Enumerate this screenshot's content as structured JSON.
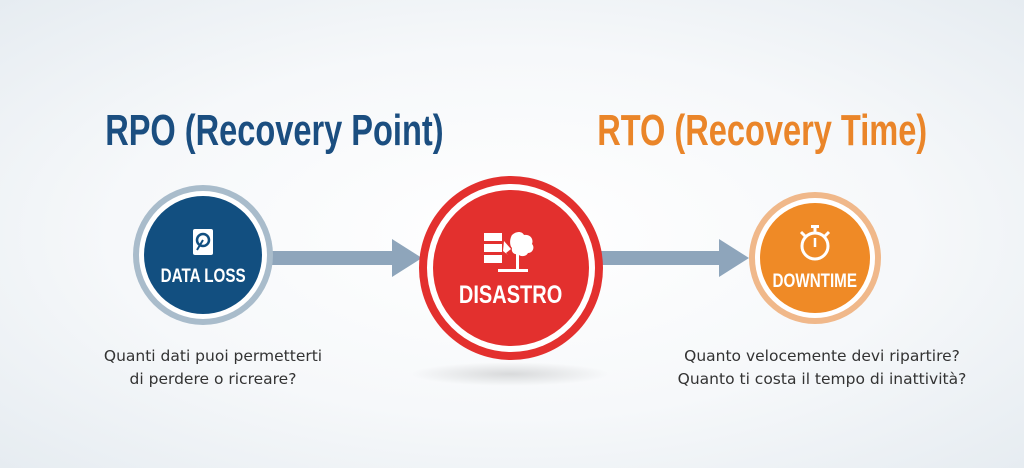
{
  "rpo": {
    "title": "RPO (Recovery Point)",
    "circle_label": "DATA LOSS",
    "icon": "hard-drive-icon",
    "question": [
      "Quanti dati puoi permetterti",
      "di perdere o ricreare?"
    ],
    "color": "#1b4e80"
  },
  "disaster": {
    "circle_label": "DISASTRO",
    "icon": "server-lightning-icon",
    "color": "#e3302e"
  },
  "rto": {
    "title": "RTO (Recovery Time)",
    "circle_label": "DOWNTIME",
    "icon": "stopwatch-icon",
    "question": [
      "Quanto velocemente devi ripartire?",
      "Quanto ti costa il tempo di inattività?"
    ],
    "color": "#ea8529"
  }
}
